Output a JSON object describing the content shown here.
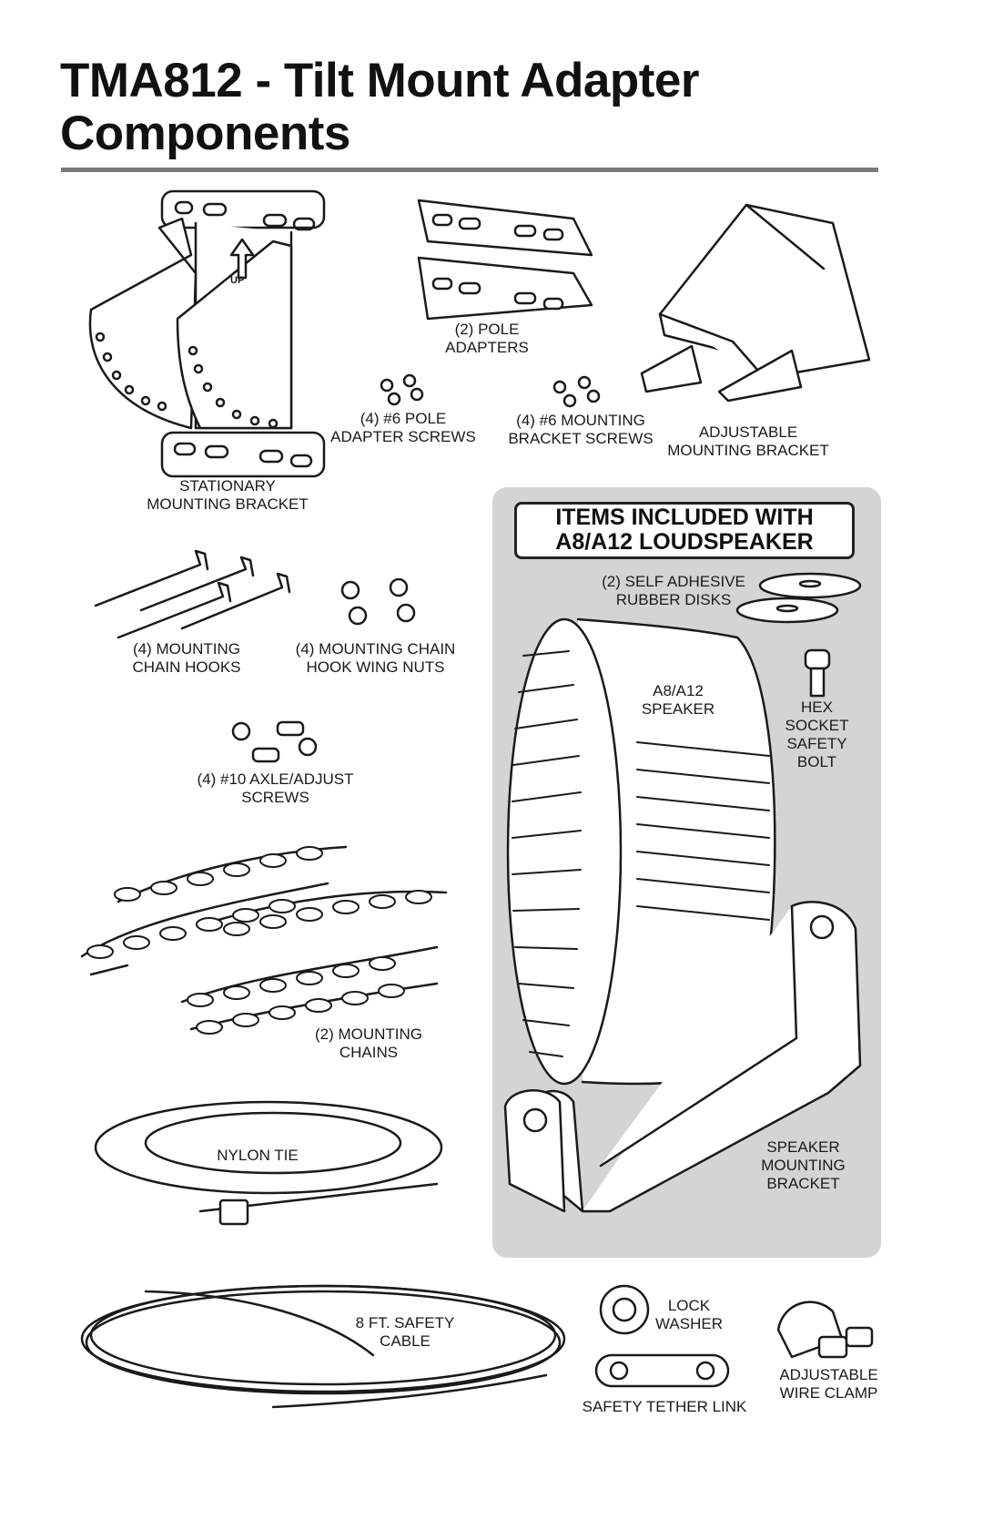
{
  "title": {
    "line1": "TMA812 - Tilt Mount Adapter",
    "line2": "Components"
  },
  "parts": {
    "pole_adapters": [
      "(2) POLE",
      "ADAPTERS"
    ],
    "pole_adapter_screws": [
      "(4) #6 POLE",
      "ADAPTER SCREWS"
    ],
    "mounting_bracket_screws": [
      "(4) #6 MOUNTING",
      "BRACKET SCREWS"
    ],
    "adjustable_bracket": [
      "ADJUSTABLE",
      "MOUNTING BRACKET"
    ],
    "stationary_bracket": [
      "STATIONARY",
      "MOUNTING BRACKET"
    ],
    "chain_hooks": [
      "(4) MOUNTING",
      "CHAIN HOOKS"
    ],
    "wing_nuts": [
      "(4) MOUNTING CHAIN",
      "HOOK WING NUTS"
    ],
    "axle_screws": [
      "(4) #10 AXLE/ADJUST",
      "SCREWS"
    ],
    "mounting_chains": [
      "(2) MOUNTING",
      "CHAINS"
    ],
    "nylon_tie": "NYLON TIE",
    "safety_cable": [
      "8 FT. SAFETY",
      "CABLE"
    ],
    "lock_washer": [
      "LOCK",
      "WASHER"
    ],
    "tether_link": "SAFETY TETHER LINK",
    "wire_clamp": [
      "ADJUSTABLE",
      "WIRE CLAMP"
    ]
  },
  "included": {
    "heading": [
      "ITEMS  INCLUDED WITH",
      "A8/A12 LOUDSPEAKER"
    ],
    "rubber_disks": [
      "(2) SELF ADHESIVE",
      "RUBBER DISKS"
    ],
    "speaker": [
      "A8/A12",
      "SPEAKER"
    ],
    "safety_bolt": [
      "HEX",
      "SOCKET",
      "SAFETY",
      "BOLT"
    ],
    "speaker_bracket": [
      "SPEAKER",
      "MOUNTING",
      "BRACKET"
    ]
  },
  "stamp": "UP"
}
